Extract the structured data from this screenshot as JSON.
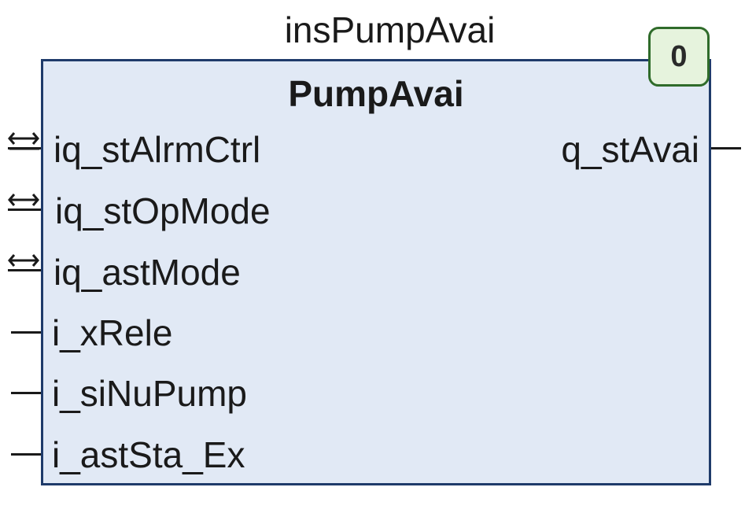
{
  "block": {
    "instance_name": "insPumpAvai",
    "type_name": "PumpAvai",
    "execution_order": "0"
  },
  "inputs": [
    {
      "label": "iq_stAlrmCtrl",
      "kind": "in-out"
    },
    {
      "label": "iq_stOpMode",
      "kind": "in-out"
    },
    {
      "label": "iq_astMode",
      "kind": "in-out"
    },
    {
      "label": "i_xRele",
      "kind": "input"
    },
    {
      "label": "i_siNuPump",
      "kind": "input"
    },
    {
      "label": "i_astSta_Ex",
      "kind": "input"
    }
  ],
  "outputs": [
    {
      "label": "q_stAvai",
      "kind": "output"
    }
  ],
  "colors": {
    "block_fill": "#e1e9f5",
    "block_border": "#1f3b6a",
    "badge_fill": "#e6f3dd",
    "badge_border": "#2f6b2a"
  }
}
